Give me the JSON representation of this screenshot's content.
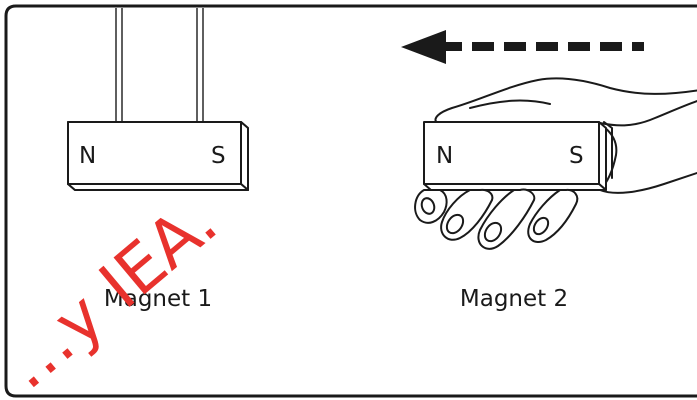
{
  "magnets": [
    {
      "caption": "Magnet 1",
      "pole_left": "N",
      "pole_right": "S",
      "support": "hanging-strings"
    },
    {
      "caption": "Magnet 2",
      "pole_left": "N",
      "pole_right": "S",
      "support": "held-in-hand"
    }
  ],
  "arrow": {
    "direction": "left",
    "style": "dashed"
  },
  "watermark": {
    "text": "…y IEA.",
    "color": "#e8322d"
  },
  "colors": {
    "line": "#1a1a1a",
    "background": "#ffffff"
  }
}
